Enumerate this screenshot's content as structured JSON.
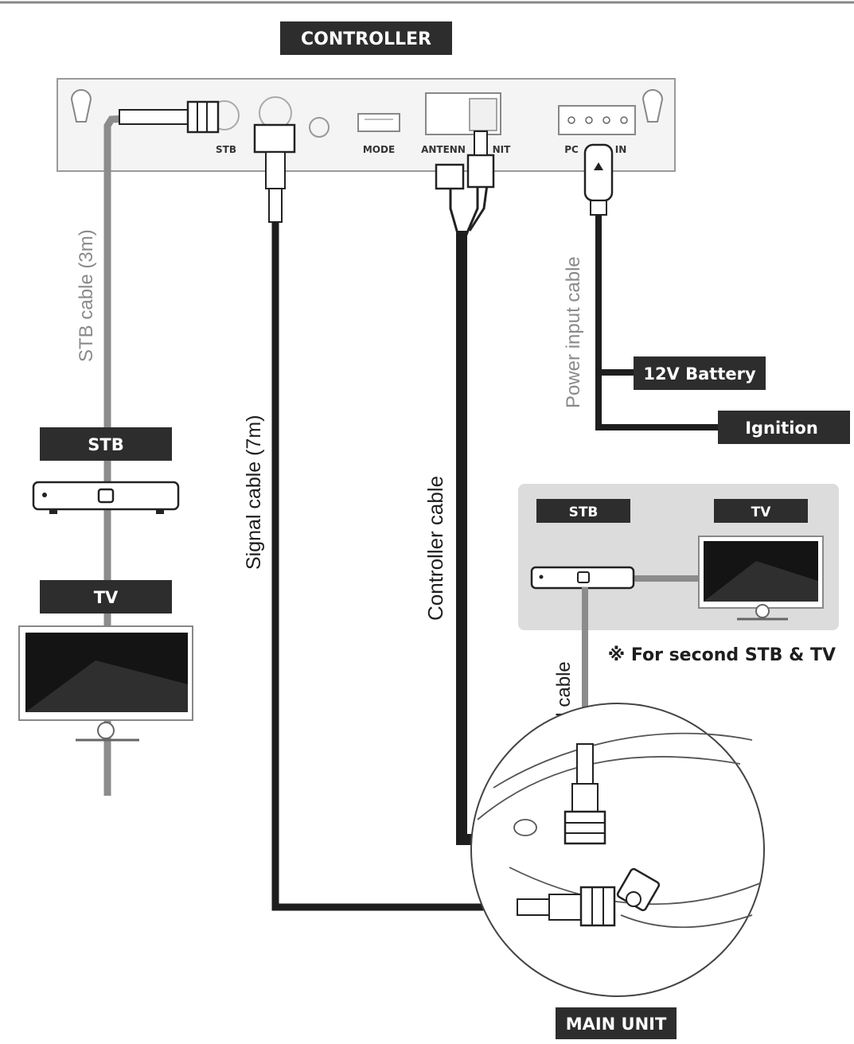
{
  "labels": {
    "controller": "CONTROLLER",
    "stb_left": "STB",
    "tv_left": "TV",
    "stb_right": "STB",
    "tv_right": "TV",
    "battery": "12V Battery",
    "ignition": "Ignition",
    "main_unit": "MAIN UNIT",
    "second_note": "※ For second STB & TV"
  },
  "ports": {
    "stb": "STB",
    "mode": "MODE",
    "antenna_a": "ANTENN",
    "antenna_b": "NIT",
    "power_a": "PC",
    "power_b": "IN"
  },
  "cables": {
    "stb_cable": "STB cable (3m)",
    "signal_cable_main": "Signal cable (7m)",
    "controller_cable": "Controller cable",
    "power_cable": "Power input cable",
    "signal_cable_second": "Signal cable"
  },
  "colors": {
    "label_bg": "#2d2d2d",
    "cable_dark": "#1e1e1e",
    "cable_gray": "#8c8c8c",
    "panel_bg": "#dcdcdc"
  }
}
